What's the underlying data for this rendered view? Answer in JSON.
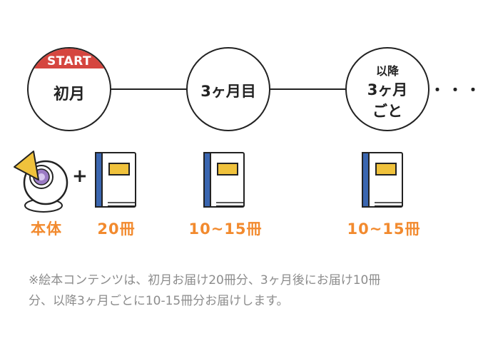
{
  "steps": [
    {
      "badge": "START",
      "label": "初月"
    },
    {
      "label": "3ヶ月目"
    },
    {
      "label_top": "以降",
      "label_mid": "3ヶ月",
      "label_bot": "ごと"
    }
  ],
  "ellipsis": "・・・・",
  "items": {
    "device_label": "本体",
    "plus": "+",
    "first_books": "20冊",
    "third_books": "10~15冊",
    "later_books": "10~15冊"
  },
  "note": {
    "line1": "※絵本コンテンツは、初月お届け20冊分、3ヶ月後にお届け10冊",
    "line2": "分、以降3ヶ月ごとに10-15冊分お届けします。"
  },
  "colors": {
    "accent": "#f28a2e",
    "badge": "#d5463f",
    "book_spine": "#3a66b0",
    "book_label": "#f0c23c",
    "device_purple": "#9b7bc4",
    "device_cone": "#f0c23c"
  }
}
